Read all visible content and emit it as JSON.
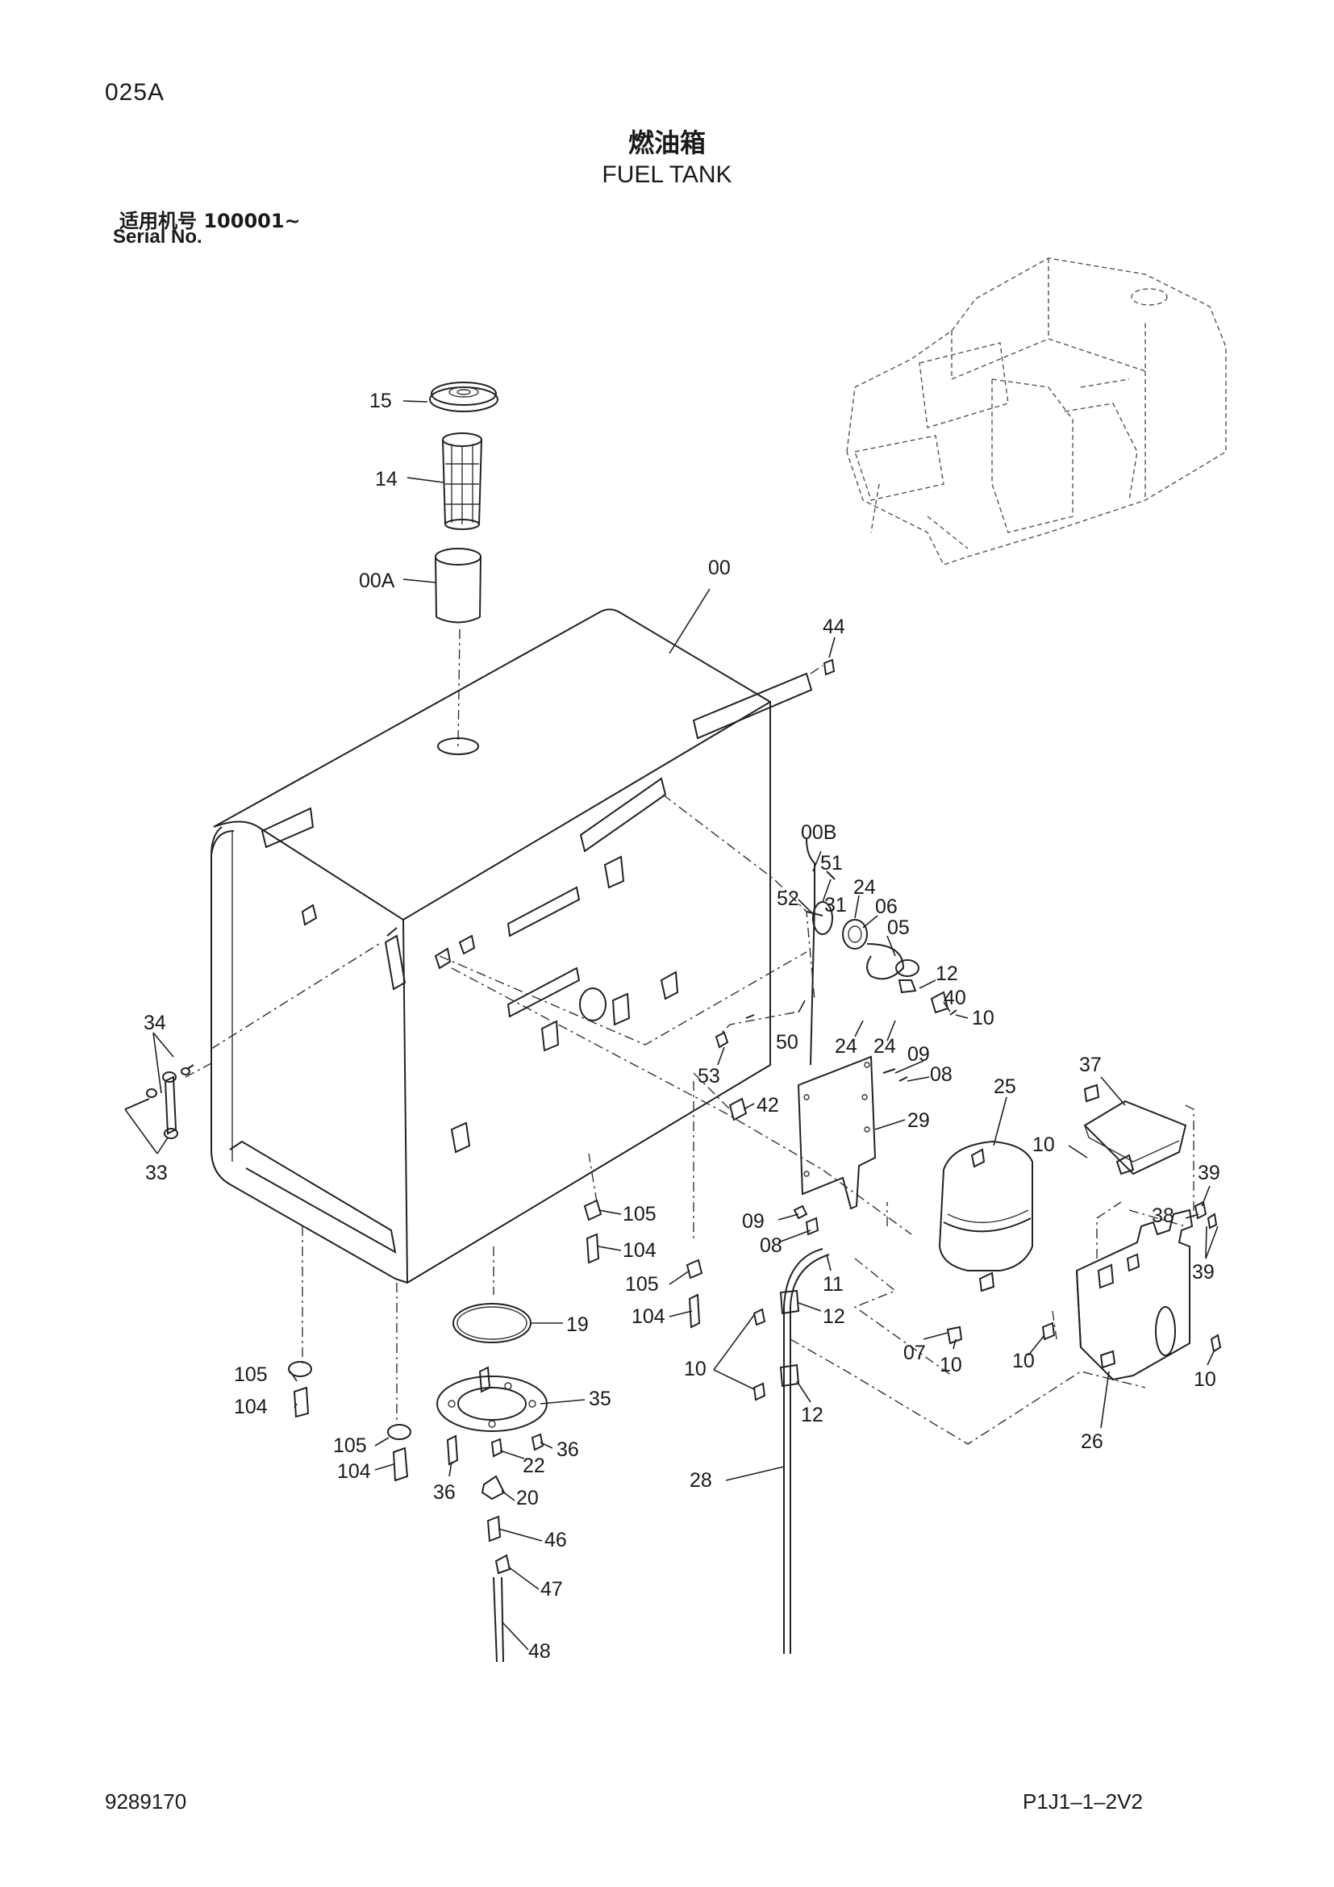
{
  "header": {
    "code": "025A",
    "title_cn": "燃油箱",
    "title_en": "FUEL TANK",
    "serial_cn": "适用机号  100001~",
    "serial_en": "Serial No."
  },
  "footer": {
    "doc_no": "9289170",
    "page_ref": "P1J1–1–2V2"
  },
  "callouts": [
    "15",
    "14",
    "00A",
    "00",
    "44",
    "00B",
    "51",
    "31",
    "52",
    "24",
    "06",
    "05",
    "12",
    "40",
    "10",
    "50",
    "24",
    "24",
    "09",
    "08",
    "53",
    "42",
    "29",
    "25",
    "37",
    "34",
    "33",
    "10",
    "39",
    "38",
    "39",
    "105",
    "104",
    "09",
    "08",
    "105",
    "104",
    "11",
    "12",
    "19",
    "07",
    "10",
    "10",
    "10",
    "105",
    "104",
    "35",
    "10",
    "12",
    "26",
    "105",
    "104",
    "36",
    "22",
    "36",
    "20",
    "28",
    "46",
    "47",
    "48"
  ]
}
